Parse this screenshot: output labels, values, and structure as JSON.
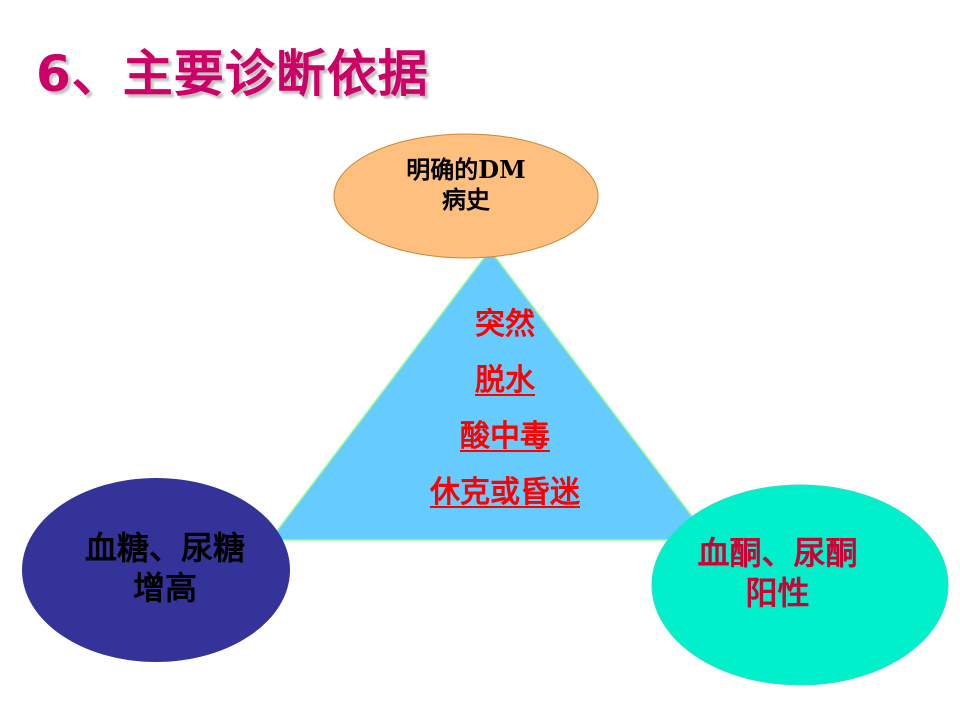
{
  "title": "6、主要诊断依据",
  "diagram": {
    "top": {
      "line1": "明确的DM",
      "line2": "病史"
    },
    "center": {
      "items": [
        "突然",
        "脱水",
        "酸中毒",
        "休克或昏迷"
      ]
    },
    "left": {
      "line1": "血糖、尿糖",
      "line2": "增高"
    },
    "right": {
      "line1": "血酮、尿酮",
      "line2": "阳性"
    }
  },
  "colors": {
    "title": "#cc0066",
    "top_ellipse": "#ffbf7f",
    "triangle": "#66ccff",
    "left_ellipse": "#333399",
    "right_ellipse": "#00f0cc",
    "center_text": "#ff0000",
    "right_text": "#cc0033"
  }
}
